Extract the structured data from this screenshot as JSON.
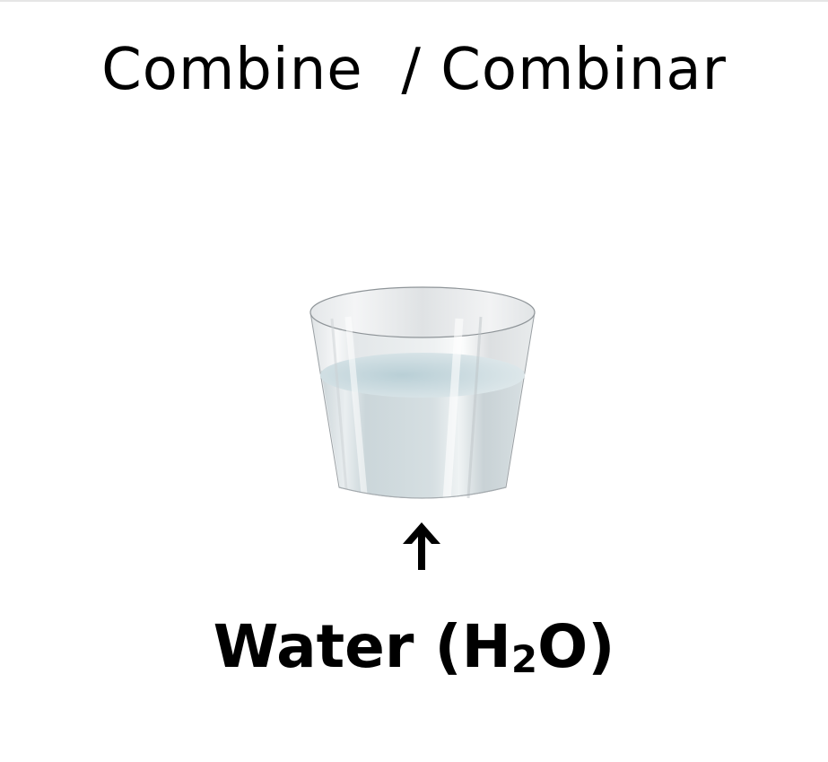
{
  "title": "Combine  / Combinar",
  "item": {
    "name_prefix": "Water (H",
    "subscript": "2",
    "name_suffix": "O)",
    "icon": "water-glass-icon"
  },
  "pointer_icon": "arrow-up-icon",
  "colors": {
    "text": "#000000",
    "water": "#cfdde2",
    "glass": "#e9ecee"
  }
}
